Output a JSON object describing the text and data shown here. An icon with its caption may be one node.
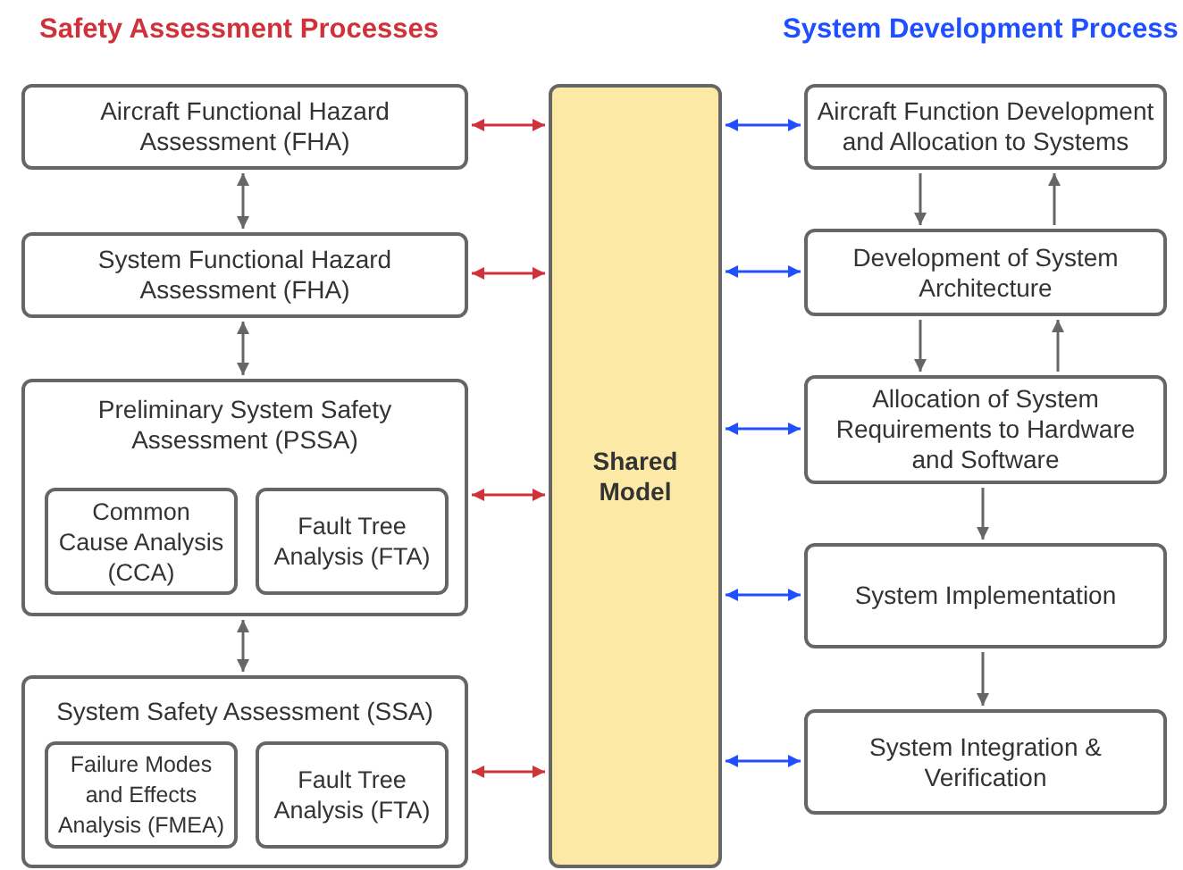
{
  "diagram": {
    "nodes": [
      {
        "text": [
          "Aircraft Functional Hazard Assessment (FHA)"
        ]
      },
      {
        "text": [
          "System Functional Hazard Assessment (FHA)"
        ]
      },
      {
        "text": [
          "Preliminary System Safety Assessment (PSSA)"
        ]
      },
      {
        "text": [
          "Common Cause Analysis (CCA)"
        ],
        "in": 2
      },
      {
        "text": [
          "Fault Tree Analysis (FTA)"
        ],
        "in": 2
      },
      {
        "text": [
          "System Safety Assessment (SSA)"
        ]
      },
      {
        "text": [
          "Failure Modes and Effects Analysis (FMEA)"
        ],
        "in": 5
      },
      {
        "text": [
          "Fault Tree Analysis (FTA)"
        ],
        "in": 5
      },
      {
        "text": [
          "Shared Model"
        ]
      },
      {
        "text": [
          "Aircraft Function Development and Allocation to Systems"
        ]
      },
      {
        "text": [
          "Development of System Architecture"
        ]
      },
      {
        "text": [
          "Allocation of System Requirements to Hardware and Software"
        ]
      },
      {
        "text": [
          "System Implementation"
        ]
      },
      {
        "text": [
          "System Integration & Verification"
        ]
      }
    ],
    "edges": [
      {
        "from": 0,
        "to": 1,
        "arrow": "both"
      },
      {
        "from": 1,
        "to": 2,
        "arrow": "both"
      },
      {
        "from": 2,
        "to": 5,
        "arrow": "both"
      },
      {
        "from": 0,
        "to": 8,
        "arrow": "both",
        "color": "#d0323c"
      },
      {
        "from": 1,
        "to": 8,
        "arrow": "both",
        "color": "#d0323c"
      },
      {
        "from": 2,
        "to": 8,
        "arrow": "both",
        "color": "#d0323c"
      },
      {
        "from": 5,
        "to": 8,
        "arrow": "both",
        "color": "#d0323c"
      },
      {
        "from": 8,
        "to": 9,
        "arrow": "both",
        "color": "#1f4fff"
      },
      {
        "from": 8,
        "to": 10,
        "arrow": "both",
        "color": "#1f4fff"
      },
      {
        "from": 8,
        "to": 11,
        "arrow": "both",
        "color": "#1f4fff"
      },
      {
        "from": 8,
        "to": 12,
        "arrow": "both",
        "color": "#1f4fff"
      },
      {
        "from": 8,
        "to": 13,
        "arrow": "both",
        "color": "#1f4fff"
      },
      {
        "from": 9,
        "to": 10,
        "arrow": "to"
      },
      {
        "from": 10,
        "to": 9,
        "arrow": "to"
      },
      {
        "from": 10,
        "to": 11,
        "arrow": "to"
      },
      {
        "from": 11,
        "to": 10,
        "arrow": "to"
      },
      {
        "from": 11,
        "to": 12,
        "arrow": "to"
      },
      {
        "from": 12,
        "to": 13,
        "arrow": "to"
      }
    ],
    "labels": [
      "Safety Assessment Processes",
      "System Development Process"
    ]
  }
}
